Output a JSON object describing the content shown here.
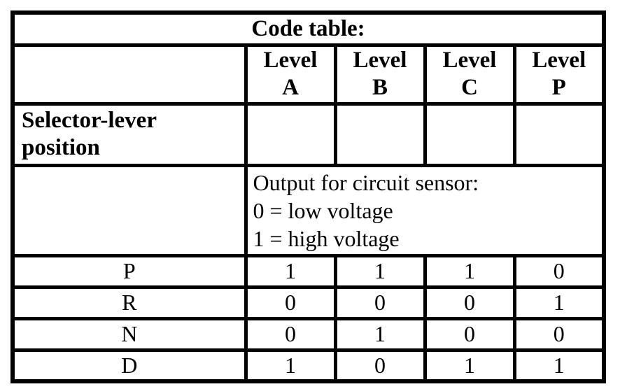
{
  "table": {
    "title": "Code table:",
    "columns": [
      {
        "word": "Level",
        "letter": "A"
      },
      {
        "word": "Level",
        "letter": "B"
      },
      {
        "word": "Level",
        "letter": "C"
      },
      {
        "word": "Level",
        "letter": "P"
      }
    ],
    "row_header_label": "Selector-lever position",
    "legend": {
      "line1": "Output for circuit sensor:",
      "line2": "0 = low voltage",
      "line3": "1 = high voltage"
    },
    "rows": [
      {
        "position": "P",
        "values": [
          "1",
          "1",
          "1",
          "0"
        ]
      },
      {
        "position": "R",
        "values": [
          "0",
          "0",
          "0",
          "1"
        ]
      },
      {
        "position": "N",
        "values": [
          "0",
          "1",
          "0",
          "0"
        ]
      },
      {
        "position": "D",
        "values": [
          "1",
          "0",
          "1",
          "1"
        ]
      }
    ]
  },
  "colors": {
    "border": "#000000",
    "text": "#000000",
    "background": "#ffffff"
  }
}
